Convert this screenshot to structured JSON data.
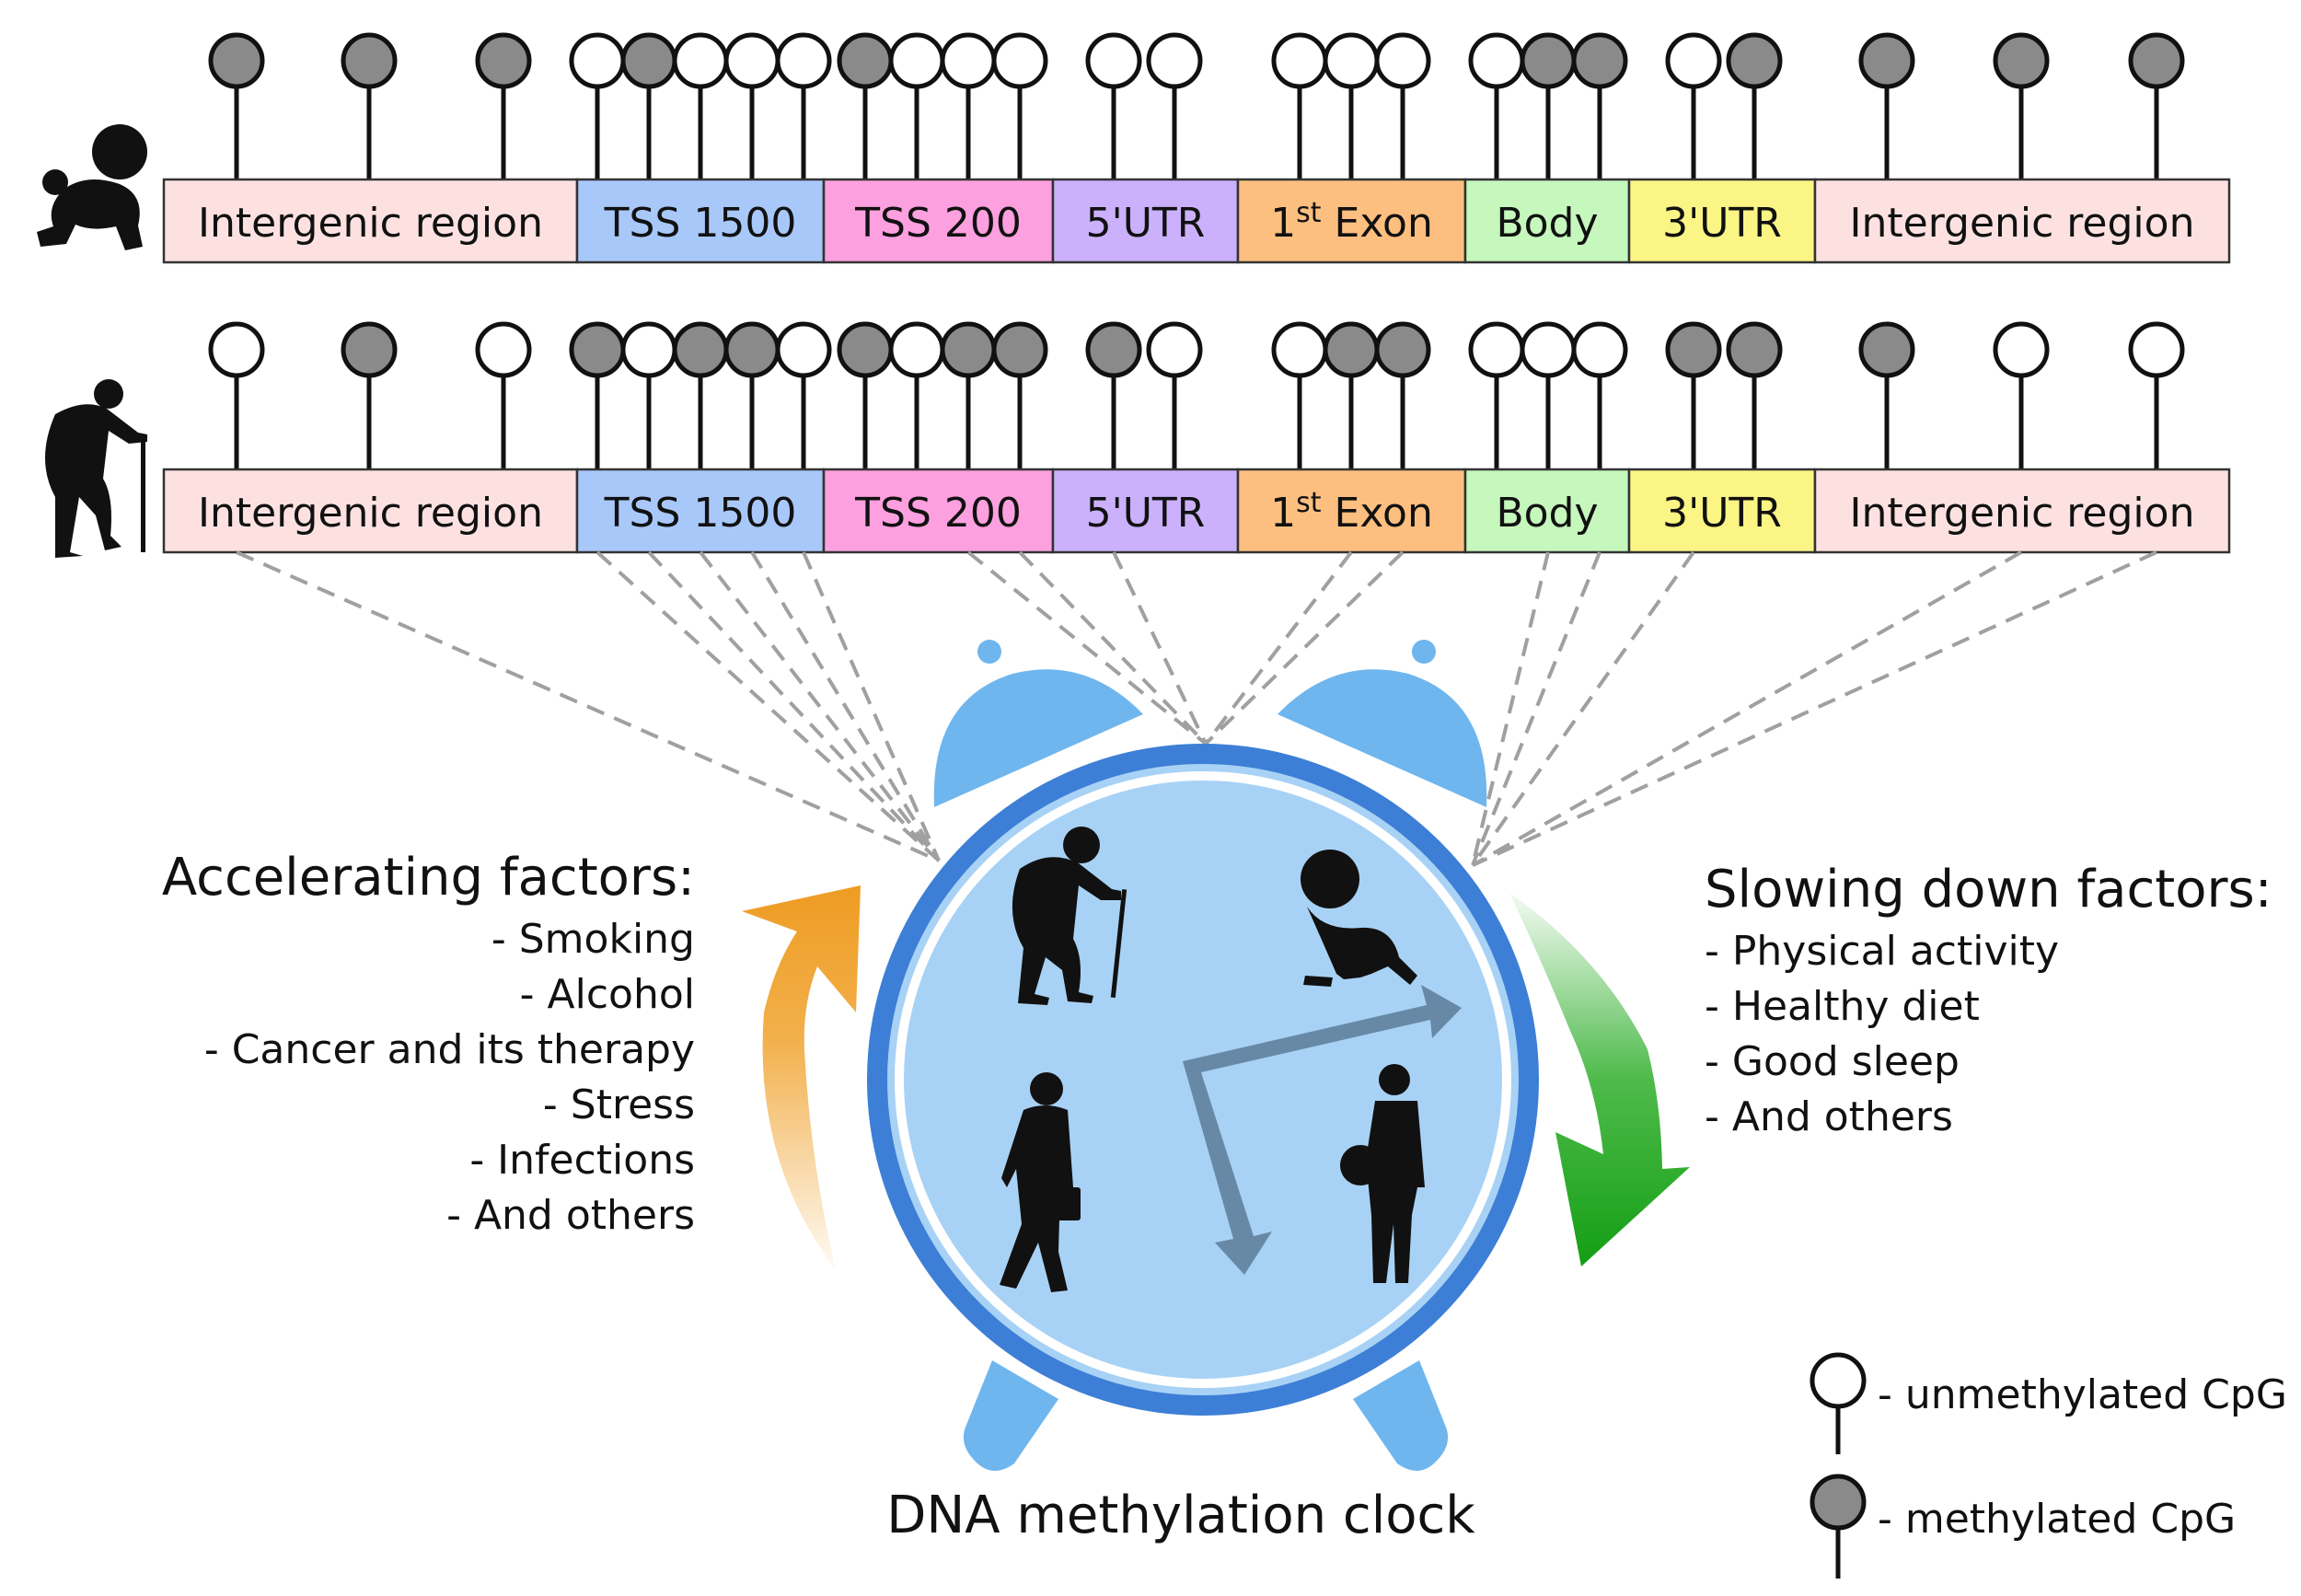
{
  "regions": [
    {
      "label": "Intergenic region",
      "color": "#fde1e1",
      "sup": ""
    },
    {
      "label": "TSS 1500",
      "color": "#a9c8fa",
      "sup": ""
    },
    {
      "label": "TSS 200",
      "color": "#fca0df",
      "sup": ""
    },
    {
      "label": "5'UTR",
      "color": "#cbb1fb",
      "sup": ""
    },
    {
      "label": " Exon",
      "color": "#fdbf80",
      "sup": "st",
      "pre": "1"
    },
    {
      "label": "Body",
      "color": "#c6f7bd",
      "sup": ""
    },
    {
      "label": "3'UTR",
      "color": "#fbf585",
      "sup": ""
    },
    {
      "label": "Intergenic region",
      "color": "#fde1e1",
      "sup": ""
    }
  ],
  "tracks": [
    {
      "name": "young",
      "cpg": [
        1,
        1,
        1,
        0,
        1,
        0,
        0,
        0,
        1,
        0,
        0,
        0,
        0,
        0,
        0,
        0,
        0,
        0,
        1,
        1,
        0,
        1,
        1,
        1,
        1
      ]
    },
    {
      "name": "old",
      "cpg": [
        0,
        1,
        0,
        1,
        0,
        1,
        1,
        0,
        1,
        0,
        1,
        1,
        1,
        0,
        0,
        1,
        1,
        0,
        0,
        0,
        1,
        1,
        1,
        0,
        0
      ]
    }
  ],
  "accelerating": {
    "title": "Accelerating factors:",
    "items": [
      "- Smoking",
      "- Alcohol",
      "- Cancer and its therapy",
      "- Stress",
      "- Infections",
      "- And others"
    ]
  },
  "slowing": {
    "title": "Slowing down factors:",
    "items": [
      "- Physical activity",
      "- Healthy diet",
      "- Good sleep",
      "- And others"
    ]
  },
  "clock_title": "DNA methylation clock",
  "legend": {
    "unmethylated": "- unmethylated CpG",
    "methylated": "- methylated CpG"
  },
  "colors": {
    "methylated": "#8a8a8a",
    "unmethylated": "#ffffff",
    "clock_face": "#a8d2f5",
    "clock_ring": "#3d7fd6",
    "bells": "#6fb6ee",
    "hands": "#6789a6",
    "accelerate_arrow": "#f0a22c",
    "slow_arrow": "#22a91e"
  }
}
